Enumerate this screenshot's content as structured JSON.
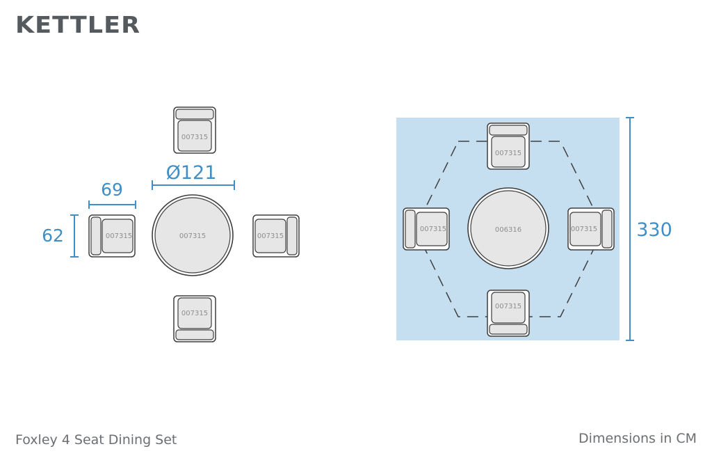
{
  "brand": "KETTLER",
  "title": "Foxley 4 Seat Dining Set",
  "units_note": "Dimensions in CM",
  "dimensions": {
    "chair_width": "69",
    "chair_depth": "62",
    "table_diameter": "Ø121",
    "area_size": "330"
  },
  "codes": {
    "chair": "007315",
    "table_left": "007315",
    "table_right": "006316"
  },
  "colors": {
    "accent": "#3f8fc6",
    "area_fill": "#c6dff0",
    "outline": "#3e3e3e",
    "furniture_fill": "#e6e6e6",
    "text_grey": "#6b6f72"
  }
}
